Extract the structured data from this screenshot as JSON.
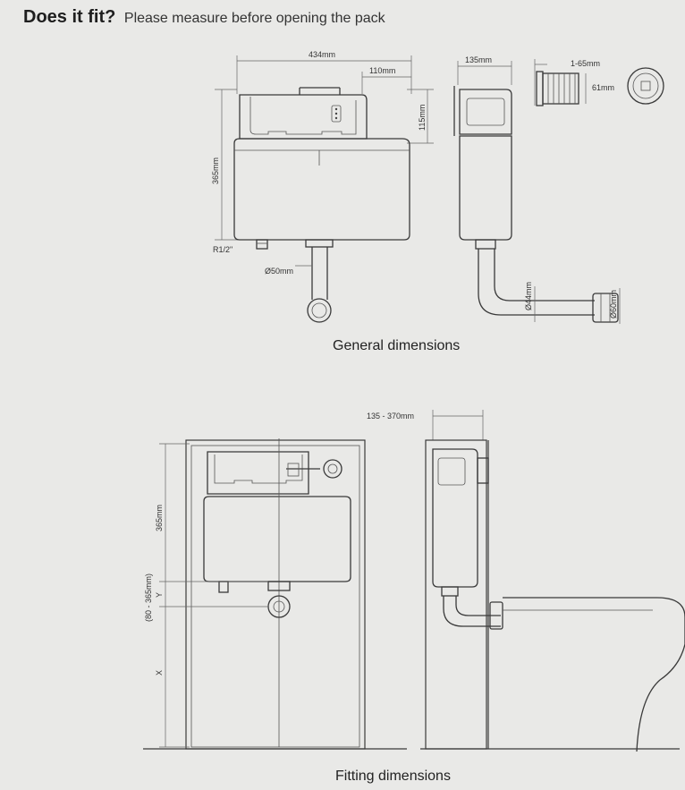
{
  "header": {
    "title": "Does it fit?",
    "subtitle": "Please measure before opening the pack"
  },
  "captions": {
    "general": "General dimensions",
    "fitting": "Fitting dimensions"
  },
  "dimensions": {
    "width": "434mm",
    "inner_width": "110mm",
    "top_height": "115mm",
    "height": "365mm",
    "inlet": "R1/2\"",
    "outlet_dia": "Ø50mm",
    "depth": "135mm",
    "button_depth": "1-65mm",
    "button_dia": "61mm",
    "pipe_dia_small": "Ø44mm",
    "pipe_dia_large": "Ø60mm",
    "fit_depth": "135 - 370mm",
    "fit_height": "365mm",
    "fit_y": "Y",
    "fit_range": "(80 - 365mm)",
    "fit_x": "X"
  }
}
